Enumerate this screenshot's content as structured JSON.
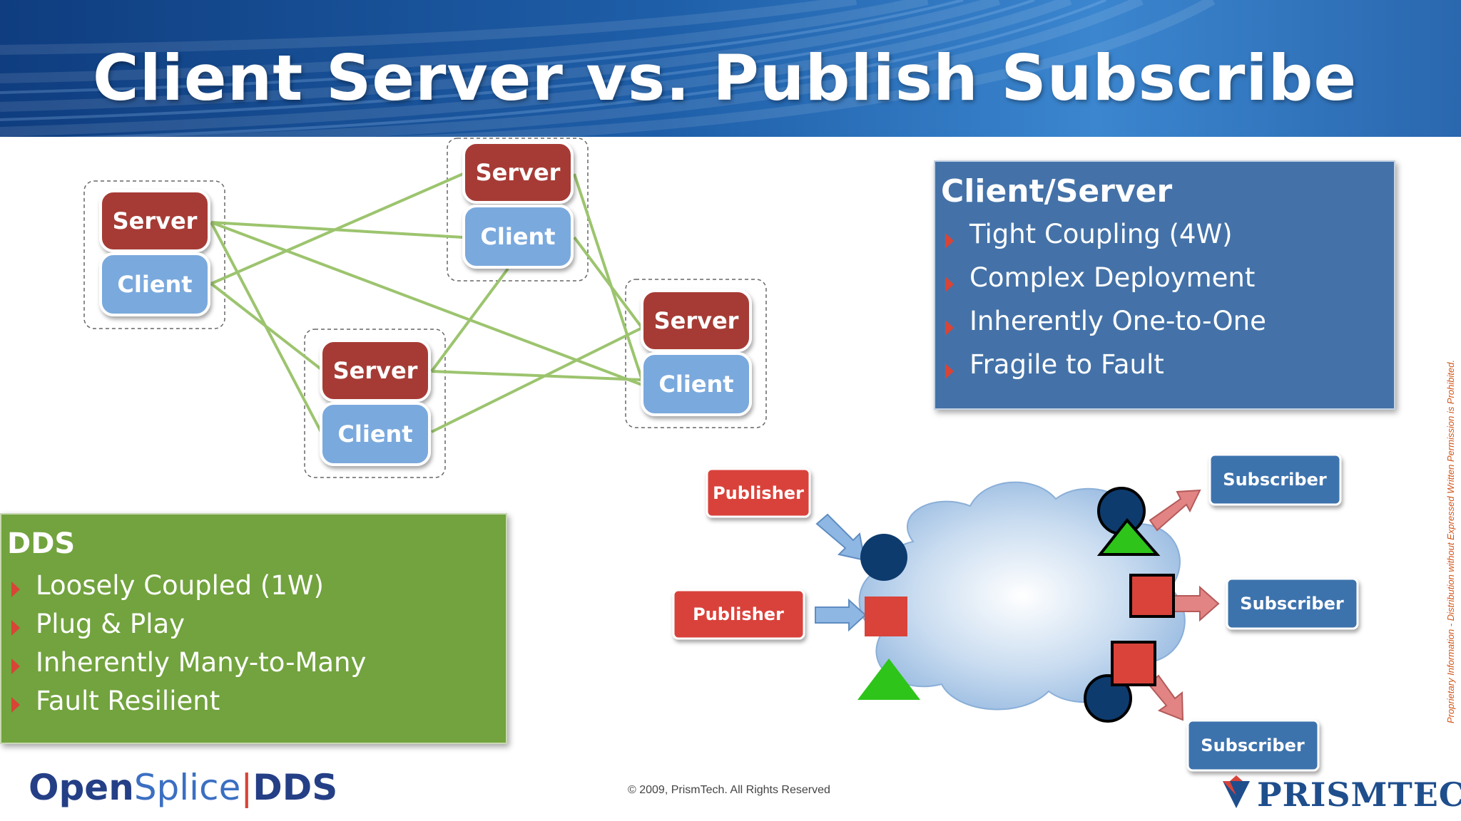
{
  "title": "Client Server vs. Publish Subscribe",
  "client_server_diagram": {
    "groups": [
      {
        "server_label": "Server",
        "client_label": "Client"
      },
      {
        "server_label": "Server",
        "client_label": "Client"
      },
      {
        "server_label": "Server",
        "client_label": "Client"
      },
      {
        "server_label": "Server",
        "client_label": "Client"
      }
    ]
  },
  "client_server_panel": {
    "heading": "Client/Server",
    "bullets": [
      "Tight Coupling (4W)",
      "Complex Deployment",
      "Inherently One-to-One",
      "Fragile to Fault"
    ]
  },
  "dds_panel": {
    "heading": "DDS",
    "bullets": [
      "Loosely Coupled (1W)",
      "Plug & Play",
      "Inherently Many-to-Many",
      "Fault Resilient"
    ]
  },
  "pubsub_diagram": {
    "publishers": [
      "Publisher",
      "Publisher"
    ],
    "subscribers": [
      "Subscriber",
      "Subscriber",
      "Subscriber"
    ]
  },
  "colors": {
    "server_red": "#a63a36",
    "client_blue": "#7aa9dd",
    "connector_green": "#9cc46e",
    "publisher_red": "#d9433a",
    "subscriber_blue": "#3c73ad",
    "cs_panel": "#4472a8",
    "dds_panel": "#72a33e"
  },
  "footer": {
    "copyright": "© 2009, PrismTech. All Rights Reserved",
    "logo_open": "Open",
    "logo_splice": "Splice",
    "logo_sep": "|",
    "logo_dds": "DDS",
    "logo_prismtech": "PRISMTECH",
    "side_notice": "Proprietary Information - Distribution without Expressed Written Permission is Prohibited."
  }
}
